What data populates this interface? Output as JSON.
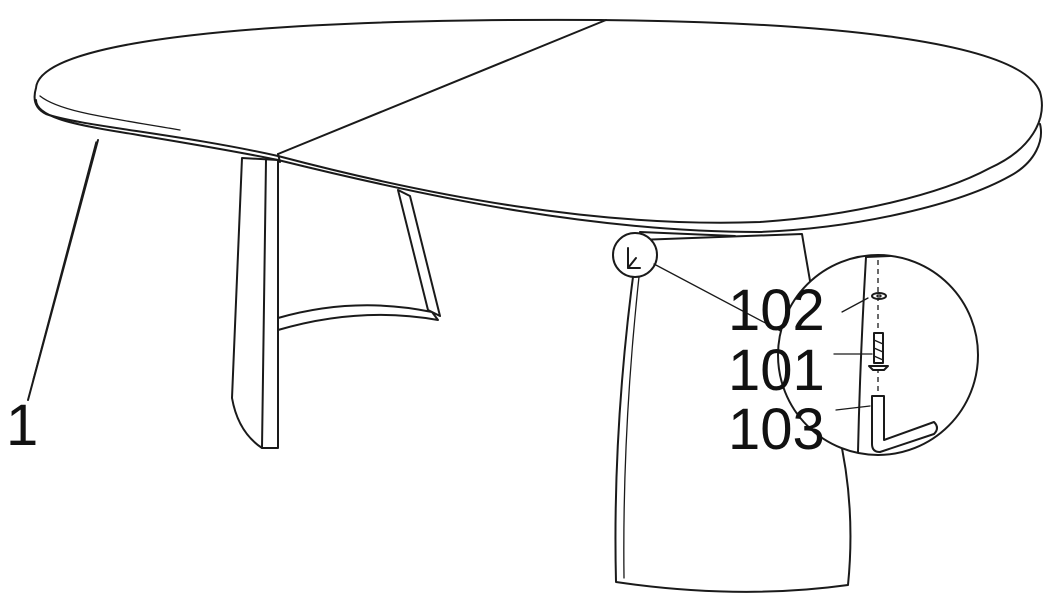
{
  "diagram": {
    "type": "assembly-instruction",
    "parts": [
      {
        "id": "tabletop",
        "label": "1"
      },
      {
        "id": "washer",
        "label": "102"
      },
      {
        "id": "bolt",
        "label": "101"
      },
      {
        "id": "allen-key",
        "label": "103"
      }
    ]
  }
}
